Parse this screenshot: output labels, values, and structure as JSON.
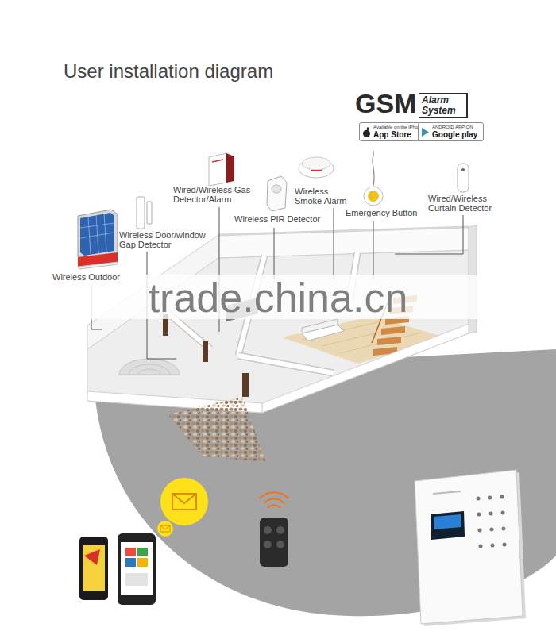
{
  "diagram": {
    "title": "User installation diagram",
    "nodes": [
      {
        "text": [
          "Available on the iPhone",
          "App Store"
        ]
      },
      {
        "text": [
          "ANDROID APP ON",
          "Google play"
        ]
      }
    ],
    "labels": [
      "GSM",
      "Alarm System",
      "Wired/Wireless Gas Detector/Alarm",
      "Wireless Smoke Alarm",
      "Emergency Button",
      "Wired/Wireless Curtain Detector",
      "Wireless Door/window Gap Detector",
      "Wireless PIR Detector",
      "Wireless Outdoor",
      "trade.china.cn"
    ]
  }
}
